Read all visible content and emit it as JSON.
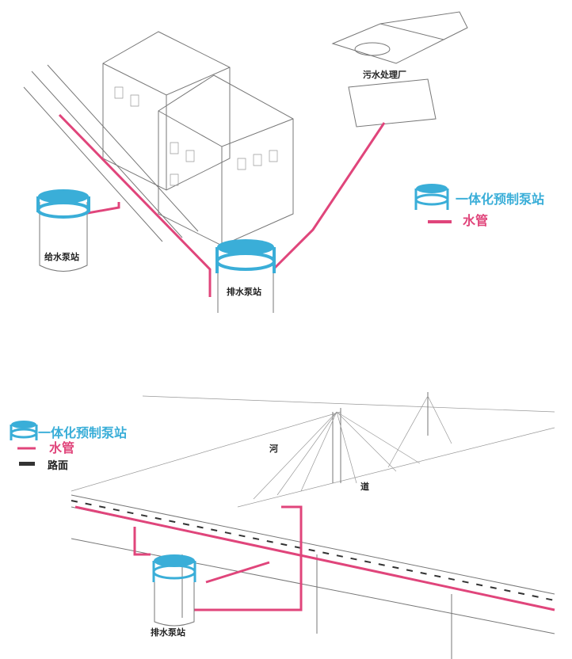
{
  "top_scene": {
    "plant_label": "污水处理厂",
    "supply_station_label": "给水泵站",
    "drain_station_label": "排水泵站",
    "legend": {
      "station_label": "一体化预制泵站",
      "pipe_label": "水管"
    }
  },
  "bottom_scene": {
    "legend": {
      "station_label": "一体化预制泵站",
      "pipe_label": "水管",
      "road_label": "路面"
    },
    "river_label_1": "河",
    "river_label_2": "道",
    "drain_station_label": "排水泵站"
  },
  "colors": {
    "station": "#3aaed8",
    "pipe": "#e0457b",
    "road": "#333333"
  }
}
